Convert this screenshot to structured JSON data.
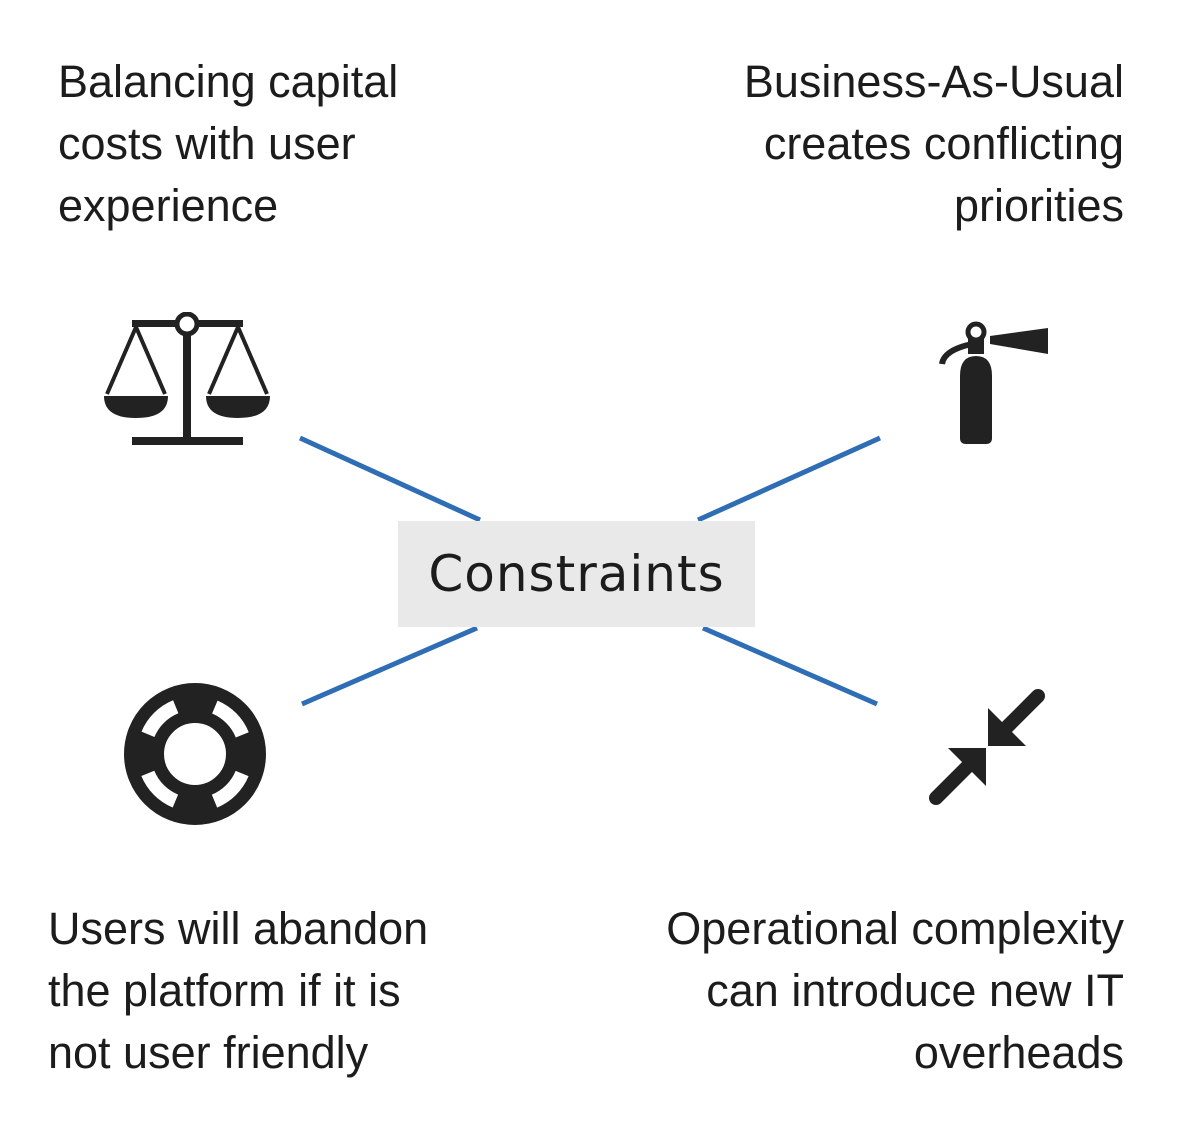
{
  "center": {
    "label": "Constraints"
  },
  "colors": {
    "connector": "#2f6db5",
    "box": "#e9e9e9",
    "icon": "#222222",
    "text": "#1c1c1c"
  },
  "items": [
    {
      "icon": "balance-scale-icon",
      "lines": [
        "Balancing capital",
        "costs with user",
        "experience"
      ]
    },
    {
      "icon": "fire-extinguisher-icon",
      "lines": [
        "Business-As-Usual",
        "creates conflicting",
        "priorities"
      ]
    },
    {
      "icon": "lifebuoy-icon",
      "lines": [
        "Users will abandon",
        "the platform if it is",
        "not user friendly"
      ]
    },
    {
      "icon": "compress-arrows-icon",
      "lines": [
        "Operational complexity",
        "can introduce new IT",
        "overheads"
      ]
    }
  ]
}
